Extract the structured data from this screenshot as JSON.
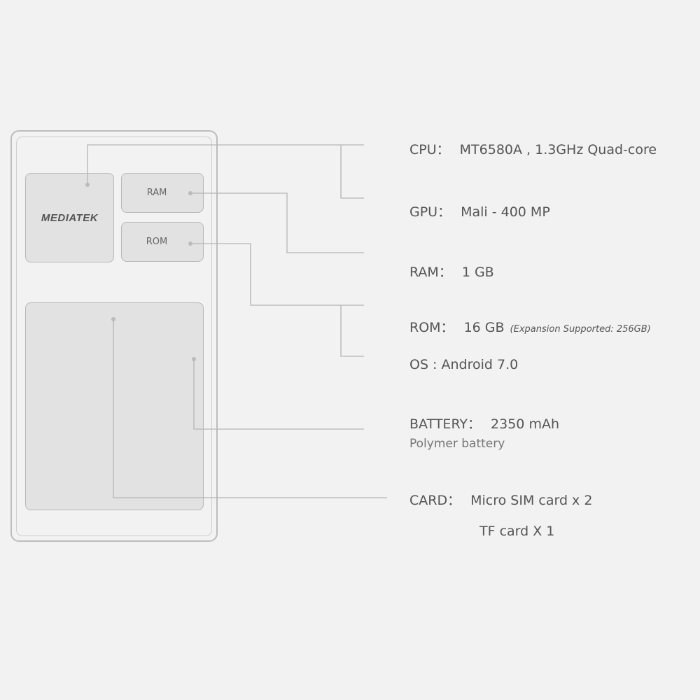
{
  "phone": {
    "logo": "MEDIATEK",
    "ram_label": "RAM",
    "rom_label": "ROM"
  },
  "specs": {
    "cpu": {
      "label": "CPU：",
      "value": "MT6580A , 1.3GHz  Quad-core"
    },
    "gpu": {
      "label": "GPU：",
      "value": "Mali - 400 MP"
    },
    "ram": {
      "label": "RAM：",
      "value": "1 GB"
    },
    "rom": {
      "label": "ROM：",
      "value": "16 GB",
      "note": "(Expansion Supported: 256GB)"
    },
    "os": {
      "label": "OS : Android 7.0"
    },
    "battery": {
      "label": "BATTERY：",
      "value": "2350 mAh",
      "sub": "Polymer battery"
    },
    "card": {
      "label": "CARD：",
      "value": "Micro SIM card x 2",
      "sub": "TF card X 1"
    }
  },
  "colors": {
    "background": "#f2f2f2",
    "line": "#b5b5b5",
    "text": "#555555"
  }
}
